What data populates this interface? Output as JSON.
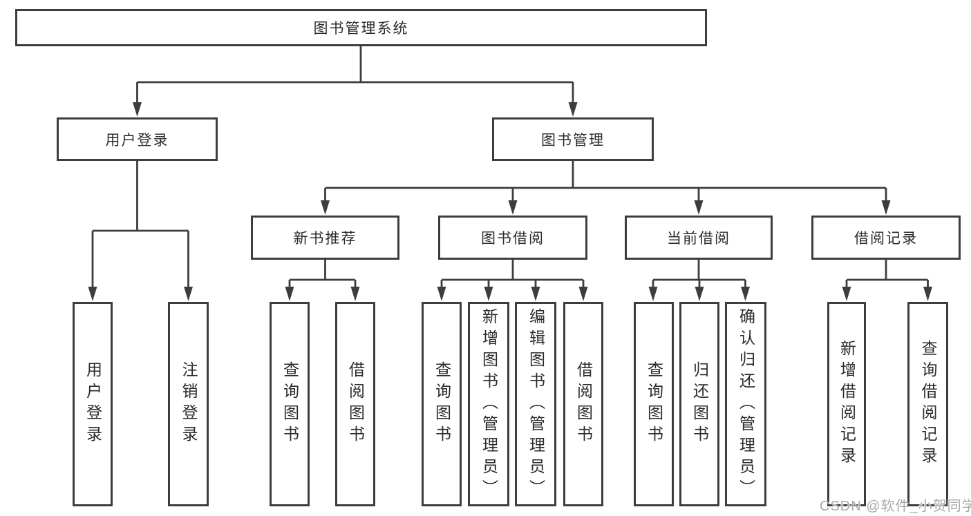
{
  "diagram": {
    "root": {
      "label": "图书管理系统"
    },
    "branches": [
      {
        "label": "用户登录",
        "children": [
          {
            "label": "用户登录"
          },
          {
            "label": "注销登录"
          }
        ]
      },
      {
        "label": "图书管理",
        "modules": [
          {
            "label": "新书推荐",
            "children": [
              {
                "label": "查询图书"
              },
              {
                "label": "借阅图书"
              }
            ]
          },
          {
            "label": "图书借阅",
            "children": [
              {
                "label": "查询图书"
              },
              {
                "label": "新增图书（管理员）"
              },
              {
                "label": "编辑图书（管理员）"
              },
              {
                "label": "借阅图书"
              }
            ]
          },
          {
            "label": "当前借阅",
            "children": [
              {
                "label": "查询图书"
              },
              {
                "label": "归还图书"
              },
              {
                "label": "确认归还（管理员）"
              }
            ]
          },
          {
            "label": "借阅记录",
            "children": [
              {
                "label": "新增借阅记录"
              },
              {
                "label": "查询借阅记录"
              }
            ]
          }
        ]
      }
    ]
  },
  "watermark": {
    "text": "CSDN @软件_小贺同学"
  },
  "colors": {
    "line": "#3d3d3d",
    "border": "#3d3d3d",
    "text": "#2b2b2b",
    "watermark": "#a9a9a9",
    "background": "#ffffff"
  }
}
